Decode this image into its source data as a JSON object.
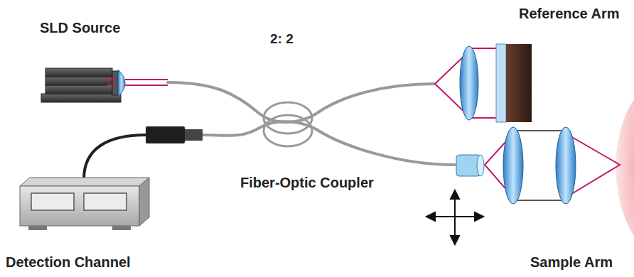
{
  "diagram": {
    "labels": [
      "SLD Source",
      "Reference Arm",
      "2: 2",
      "Fiber-Optic Coupler",
      "Detection Channel",
      "Sample Arm"
    ]
  }
}
